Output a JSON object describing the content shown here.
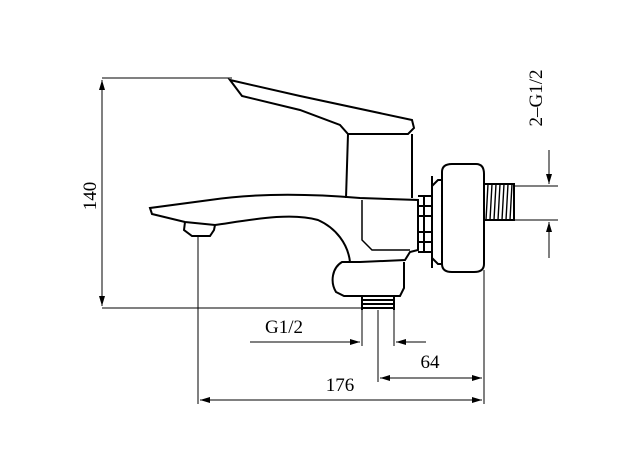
{
  "dimensions": {
    "height": "140",
    "connection_inlet": "2–G1/2",
    "outlet_thread": "G1/2",
    "outlet_offset": "64",
    "total_length": "176"
  }
}
